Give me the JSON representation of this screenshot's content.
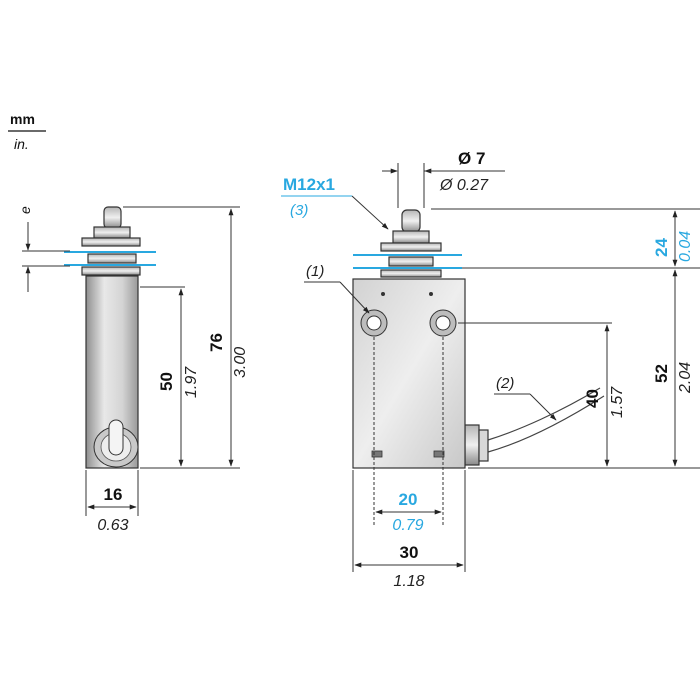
{
  "units": {
    "primary": "mm",
    "secondary": "in."
  },
  "dimensions": {
    "e_label": "e",
    "height_total_mm": "76",
    "height_total_in": "3.00",
    "height_body_side_mm": "50",
    "height_body_side_in": "1.97",
    "width_side_mm": "16",
    "width_side_in": "0.63",
    "plunger_dia_mm": "Ø 7",
    "plunger_dia_in": "Ø 0.27",
    "thread": "M12x1",
    "travel_mm": "24",
    "travel_in": "0.04",
    "height_front_mm": "52",
    "height_front_in": "2.04",
    "hole_height_mm": "40",
    "hole_height_in": "1.57",
    "hole_spacing_mm": "20",
    "hole_spacing_in": "0.79",
    "width_front_mm": "30",
    "width_front_in": "1.18"
  },
  "callouts": {
    "c1": "(1)",
    "c2": "(2)",
    "c3": "(3)"
  },
  "colors": {
    "accent": "#29a8e0",
    "body_light": "#e6e6e6",
    "body_dark": "#9a9a9a",
    "line": "#333333"
  }
}
